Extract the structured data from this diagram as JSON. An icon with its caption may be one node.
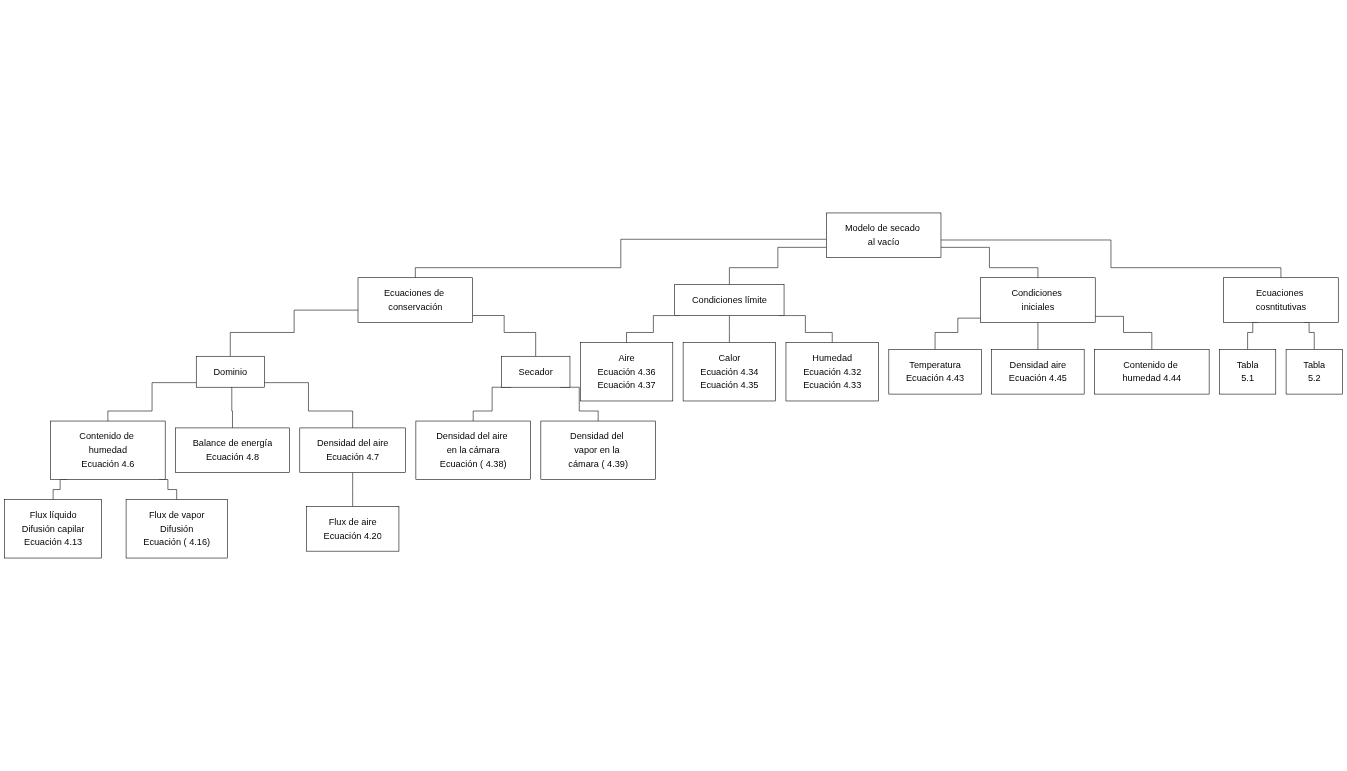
{
  "diagram": {
    "nodes": [
      {
        "text": [
          "Modelo de secado al vacío"
        ]
      },
      {
        "text": [
          "Ecuaciones de conservación"
        ]
      },
      {
        "text": [
          "Condiciones límite"
        ]
      },
      {
        "text": [
          "Condiciones iniciales"
        ]
      },
      {
        "text": [
          "Ecuaciones cosntitutivas"
        ]
      },
      {
        "text": [
          "Dominio"
        ]
      },
      {
        "text": [
          "Secador"
        ]
      },
      {
        "text": [
          "Contenido de humedad",
          "Ecuación 4.6"
        ]
      },
      {
        "text": [
          "Balance de energía",
          "Ecuación 4.8"
        ]
      },
      {
        "text": [
          "Densidad del aire",
          "Ecuación 4.7"
        ]
      },
      {
        "text": [
          "Flux líquido",
          "Difusión capilar",
          "Ecuación 4.13"
        ]
      },
      {
        "text": [
          "Flux de vapor",
          "Difusión",
          "Ecuación ( 4.16)"
        ]
      },
      {
        "text": [
          "Flux de aire",
          "Ecuación 4.20"
        ]
      },
      {
        "text": [
          "Densidad del aire en la cámara",
          "Ecuación ( 4.38)"
        ]
      },
      {
        "text": [
          "Densidad del vapor en la cámara ( 4.39)"
        ]
      },
      {
        "text": [
          "Aire",
          "Ecuación 4.36",
          "Ecuación 4.37"
        ]
      },
      {
        "text": [
          "Calor",
          "Ecuación 4.34",
          "Ecuación 4.35"
        ]
      },
      {
        "text": [
          "Humedad",
          "Ecuación 4.32",
          "Ecuación 4.33"
        ]
      },
      {
        "text": [
          "Temperatura",
          "Ecuación 4.43"
        ]
      },
      {
        "text": [
          "Densidad aire",
          "Ecuación 4.45"
        ]
      },
      {
        "text": [
          "Contenido de humedad 4.44"
        ]
      },
      {
        "text": [
          "Tabla",
          "5.1"
        ]
      },
      {
        "text": [
          "Tabla",
          "5.2"
        ]
      }
    ],
    "edges": [
      {
        "from": 0,
        "to": 1,
        "arrow": "none"
      },
      {
        "from": 0,
        "to": 2,
        "arrow": "none"
      },
      {
        "from": 0,
        "to": 3,
        "arrow": "none"
      },
      {
        "from": 0,
        "to": 4,
        "arrow": "none"
      },
      {
        "from": 1,
        "to": 5,
        "arrow": "none"
      },
      {
        "from": 1,
        "to": 6,
        "arrow": "none"
      },
      {
        "from": 5,
        "to": 7,
        "arrow": "none"
      },
      {
        "from": 5,
        "to": 8,
        "arrow": "none"
      },
      {
        "from": 5,
        "to": 9,
        "arrow": "none"
      },
      {
        "from": 7,
        "to": 10,
        "arrow": "none"
      },
      {
        "from": 7,
        "to": 11,
        "arrow": "none"
      },
      {
        "from": 9,
        "to": 12,
        "arrow": "none"
      },
      {
        "from": 6,
        "to": 13,
        "arrow": "none"
      },
      {
        "from": 6,
        "to": 14,
        "arrow": "none"
      },
      {
        "from": 2,
        "to": 15,
        "arrow": "none"
      },
      {
        "from": 2,
        "to": 16,
        "arrow": "none"
      },
      {
        "from": 2,
        "to": 17,
        "arrow": "none"
      },
      {
        "from": 3,
        "to": 18,
        "arrow": "none"
      },
      {
        "from": 3,
        "to": 19,
        "arrow": "none"
      },
      {
        "from": 3,
        "to": 20,
        "arrow": "none"
      },
      {
        "from": 4,
        "to": 21,
        "arrow": "none"
      },
      {
        "from": 4,
        "to": 22,
        "arrow": "none"
      }
    ]
  }
}
